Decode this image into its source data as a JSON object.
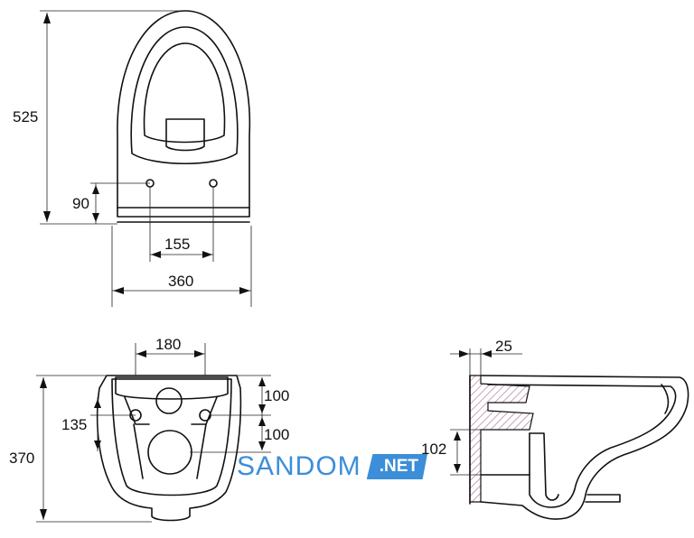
{
  "dimensions": {
    "top_height": "525",
    "bracket_offset": "90",
    "bracket_spacing": "155",
    "top_width": "360",
    "front_width": "180",
    "front_upper": "100",
    "front_lower": "100",
    "front_holes": "135",
    "front_height": "370",
    "side_wall": "25",
    "side_outlet": "102"
  },
  "watermark": {
    "main": "SANDOM",
    "tag": ".NET"
  },
  "colors": {
    "line": "#111111",
    "hatch": "#b07aa0",
    "watermark": "#3c8ed8"
  }
}
